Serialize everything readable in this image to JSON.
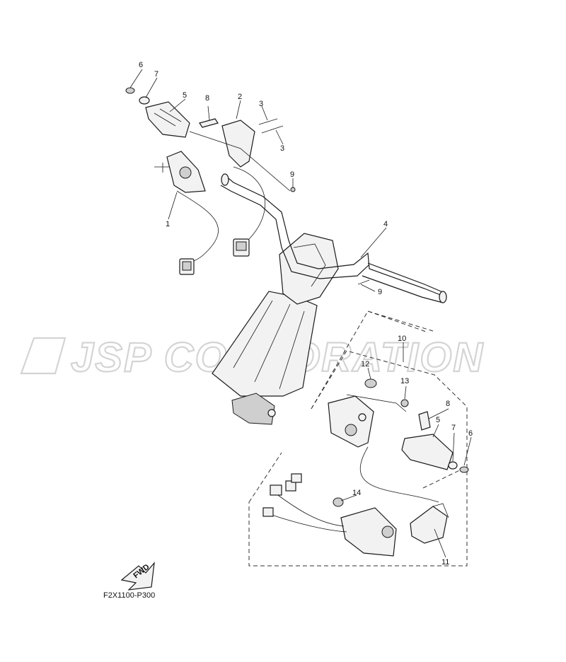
{
  "watermark": "JSP CORPORATION",
  "diagram_code": "F2X1100-P300",
  "fwd_label": "FWD",
  "callouts": {
    "c1": "1",
    "c2": "2",
    "c3a": "3",
    "c3b": "3",
    "c4": "4",
    "c5a": "5",
    "c5b": "5",
    "c6a": "6",
    "c6b": "6",
    "c7a": "7",
    "c7b": "7",
    "c8a": "8",
    "c8b": "8",
    "c9a": "9",
    "c9b": "9",
    "c10": "10",
    "c11": "11",
    "c12": "12",
    "c13": "13",
    "c14": "14"
  }
}
